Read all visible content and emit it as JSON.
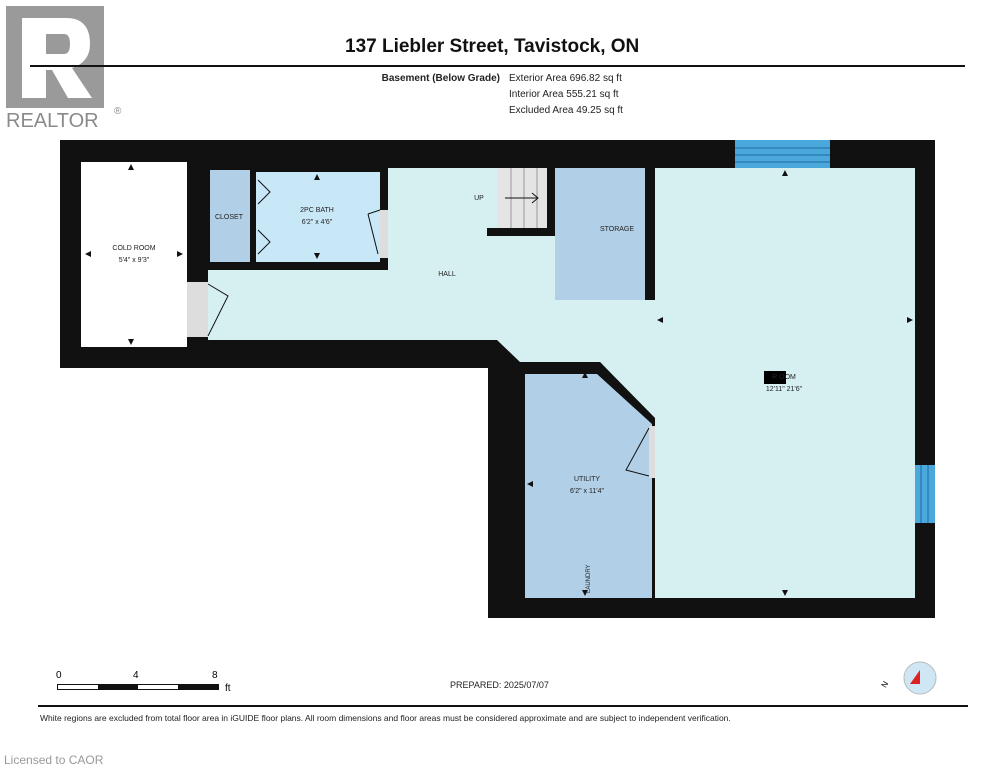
{
  "logo": {
    "text": "REALTOR",
    "mark": "®"
  },
  "header": {
    "title": "137 Liebler Street, Tavistock, ON"
  },
  "floor": {
    "name": "Basement (Below Grade)",
    "exterior_area": "Exterior Area 696.82 sq ft",
    "interior_area": "Interior Area 555.21 sq ft",
    "excluded_area": "Excluded Area 49.25 sq ft"
  },
  "rooms": {
    "cold_room": {
      "name": "COLD ROOM",
      "dims": "5'4\" x 9'3\""
    },
    "closet": {
      "name": "CLOSET"
    },
    "bath": {
      "name": "2PC BATH",
      "dims": "6'2\" x 4'6\""
    },
    "stairs": {
      "name": "UP"
    },
    "storage": {
      "name": "STORAGE"
    },
    "hall": {
      "name": "HALL"
    },
    "rec_room": {
      "name": "R   OOM",
      "dims": "12'11\"   21'6\""
    },
    "utility": {
      "name": "UTILITY",
      "dims": "6'2\" x 11'4\""
    },
    "laundry": {
      "name": "LAUNDRY"
    }
  },
  "scale": {
    "ticks": [
      "0",
      "4",
      "8"
    ],
    "unit": "ft"
  },
  "prepared": "PREPARED: 2025/07/07",
  "compass": {
    "label": "N"
  },
  "disclaimer": "White regions are excluded from total floor area in iGUIDE floor plans. All room dimensions and floor areas must be considered approximate and are subject to independent verification.",
  "license": "Licensed to CAOR",
  "colors": {
    "wall": "#111111",
    "hall": "#d6f0f2",
    "room_blue": "#b1cfe6",
    "bath": "#c8e8f8",
    "window": "#4aa8dc"
  }
}
